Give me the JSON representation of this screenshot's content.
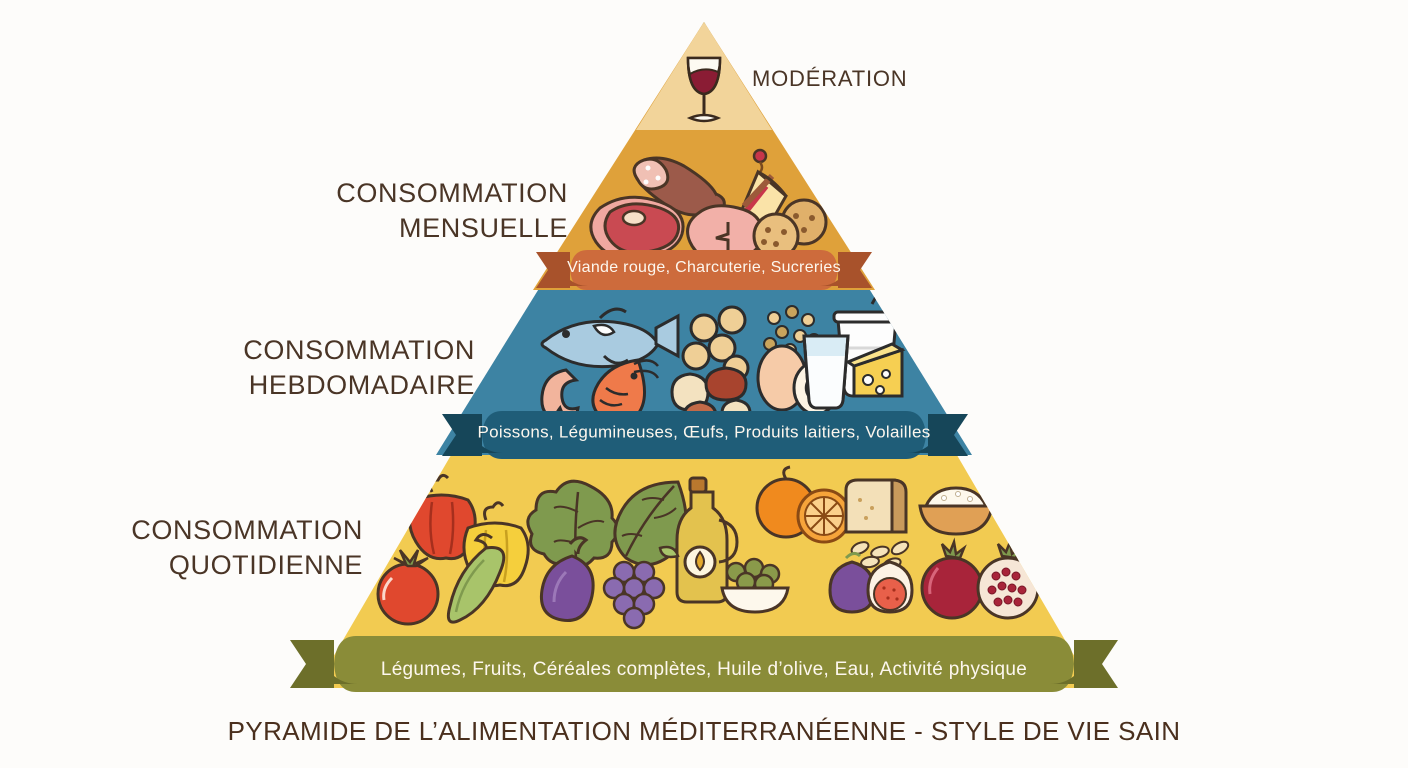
{
  "caption": "PYRAMIDE DE L’ALIMENTATION MÉDITERRANÉENNE - STYLE DE VIE SAIN",
  "apex": {
    "label": "MODÉRATION",
    "icon": "wine-glass-icon",
    "tier_color": "#f2d49a"
  },
  "tiers": [
    {
      "id": "monthly",
      "label": "CONSOMMATION\nMENSUELLE",
      "ribbon_text": "Viande rouge, Charcuterie, Sucreries",
      "tier_color": "#dfa13a",
      "ribbon_color": "#cd6b3c",
      "ribbon_shadow": "#a8522b",
      "icons": [
        "salami-icon",
        "cake-slice-icon",
        "steak-icon",
        "ham-icon",
        "cookies-icon"
      ]
    },
    {
      "id": "weekly",
      "label": "CONSOMMATION\nHEBDOMADAIRE",
      "ribbon_text": "Poissons, Légumineuses, Œufs, Produits laitiers, Volailles",
      "tier_color": "#3d83a3",
      "ribbon_color": "#1f5d78",
      "ribbon_shadow": "#164659",
      "icons": [
        "fish-icon",
        "chickpeas-icon",
        "lentils-icon",
        "yogurt-icon",
        "shrimp-icon",
        "beans-icon",
        "egg-icon",
        "milk-glass-icon",
        "cheese-icon"
      ]
    },
    {
      "id": "daily",
      "label": "CONSOMMATION\nQUOTIDIENNE",
      "ribbon_text": "Légumes, Fruits, Céréales complètes, Huile d’olive, Eau, Activité physique",
      "tier_color": "#f2cb51",
      "ribbon_color": "#8a8c38",
      "ribbon_shadow": "#6d6f2a",
      "icons": [
        "red-pepper-icon",
        "yellow-pepper-icon",
        "lettuce-icon",
        "spinach-icon",
        "olive-oil-bottle-icon",
        "orange-icon",
        "bread-icon",
        "rice-bowl-icon",
        "tomato-icon",
        "zucchini-icon",
        "eggplant-icon",
        "grapes-icon",
        "olives-bowl-icon",
        "fig-icon",
        "pomegranate-icon",
        "seeds-icon"
      ]
    }
  ],
  "colors": {
    "background": "#fdfcfa",
    "text_dark": "#4a3526",
    "caption": "#4a2f1d",
    "outline": "#4a3526"
  }
}
